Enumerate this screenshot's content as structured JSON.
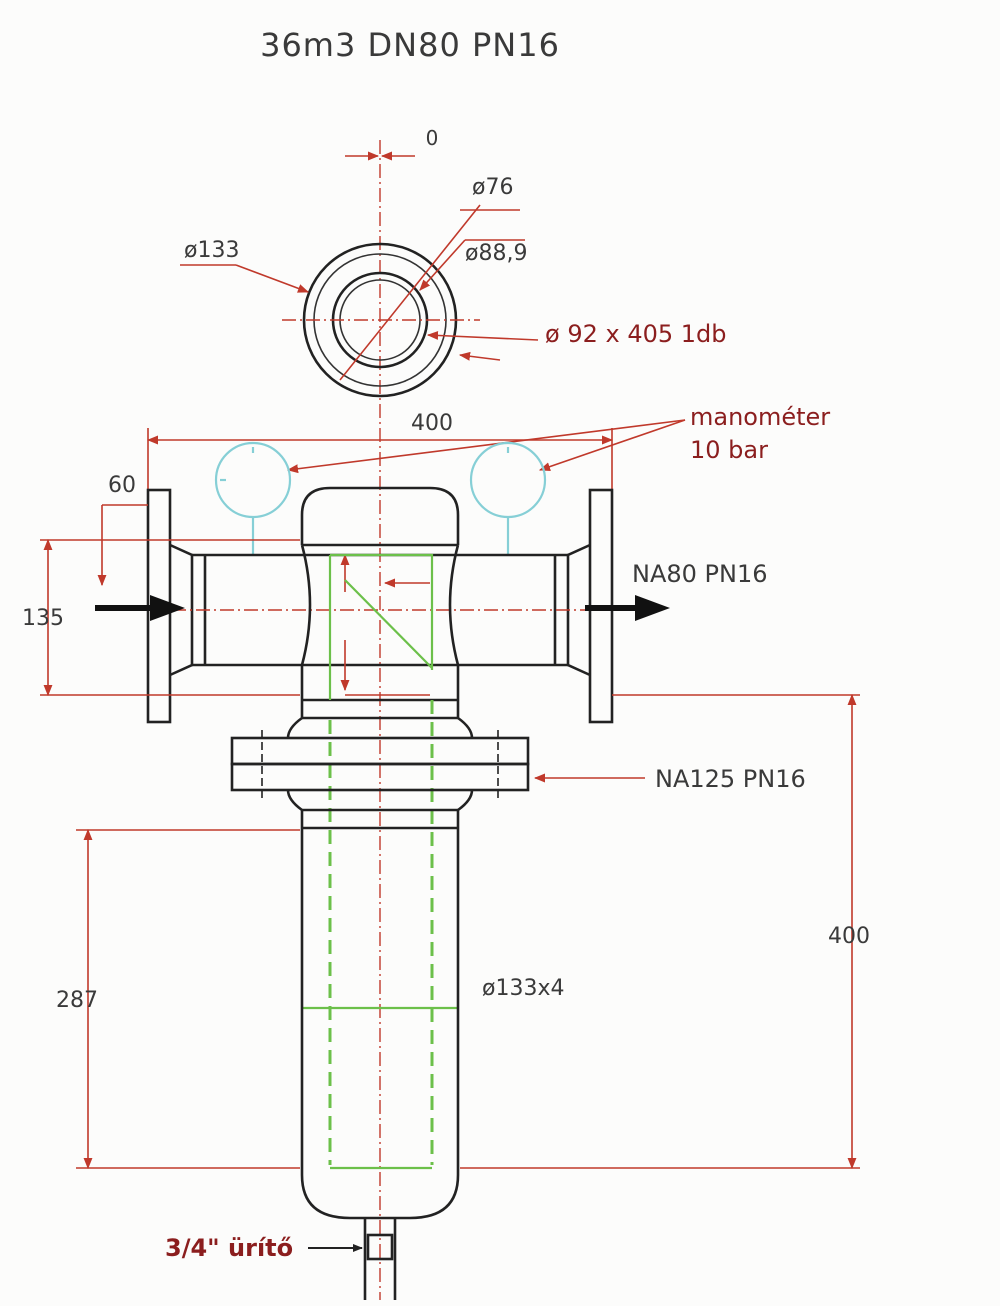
{
  "title": "36m3  DN80  PN16",
  "labels": {
    "zero": "0",
    "d76": "ø76",
    "d133": "ø133",
    "d88": "ø88,9",
    "spec": "ø 92 x 405  1db",
    "w400": "400",
    "manometer_line1": "manométer",
    "manometer_line2": "10 bar",
    "w60": "60",
    "h135": "135",
    "outlet": "NA80  PN16",
    "flange": "NA125  PN16",
    "h287": "287",
    "h400": "400",
    "pipe": "ø133x4",
    "drain": "3/4\" ürítő"
  },
  "colors": {
    "line": "#222222",
    "dimension": "#c0392b",
    "filter_element": "#6cc04a",
    "gauge": "#86cfd6",
    "red_text": "#8b1e1e"
  }
}
